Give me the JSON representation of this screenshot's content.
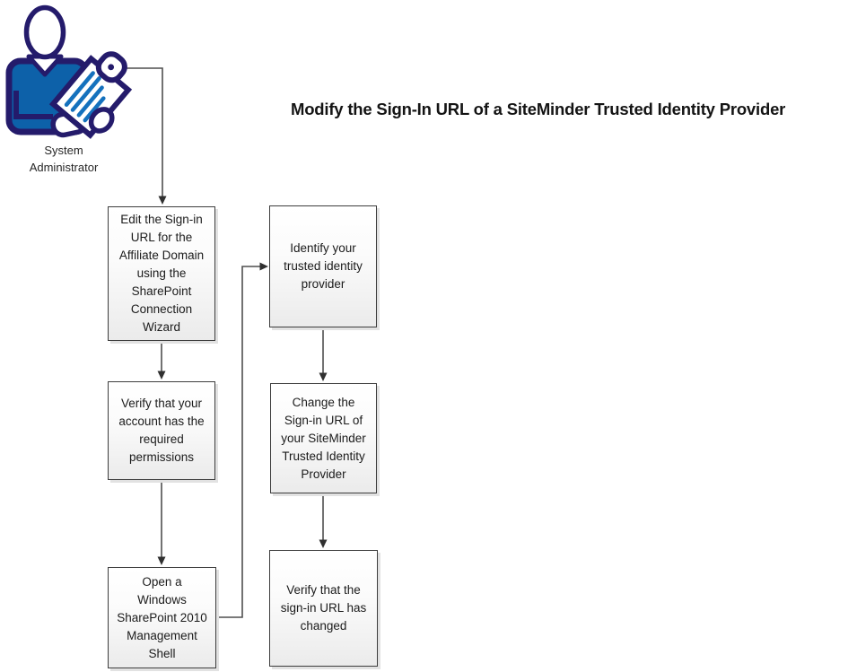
{
  "title": "Modify the Sign-In URL of a SiteMinder Trusted Identity Provider",
  "actor": {
    "name": "System Administrator",
    "label": "System\nAdministrator",
    "icon": "system-administrator-icon"
  },
  "nodes": [
    {
      "id": "edit-sign-in-url",
      "label": "Edit the Sign-in\nURL for the\nAffiliate Domain\nusing the\nSharePoint\nConnection\nWizard"
    },
    {
      "id": "verify-account-permissions",
      "label": "Verify that your\naccount has the\nrequired\npermissions"
    },
    {
      "id": "open-management-shell",
      "label": "Open a\nWindows\nSharePoint 2010\nManagement\nShell"
    },
    {
      "id": "identify-trusted-identity-provider",
      "label": "Identify your\ntrusted identity\nprovider"
    },
    {
      "id": "change-sign-in-url",
      "label": "Change the\nSign-in URL of\nyour SiteMinder\nTrusted Identity\nProvider"
    },
    {
      "id": "verify-sign-in-url-changed",
      "label": "Verify that the\nsign-in URL has\nchanged"
    }
  ],
  "colors": {
    "icon_outline": "#241b6b",
    "icon_fill": "#0d61a9",
    "clipboard_lines": "#1471bd",
    "connector": "#4f4f4f",
    "arrowhead": "#303030",
    "box_border": "#3d3d3d",
    "box_gradient_bottom": "#ebebeb",
    "box_shadow": "#e2e2e2",
    "background": "#ffffff"
  }
}
